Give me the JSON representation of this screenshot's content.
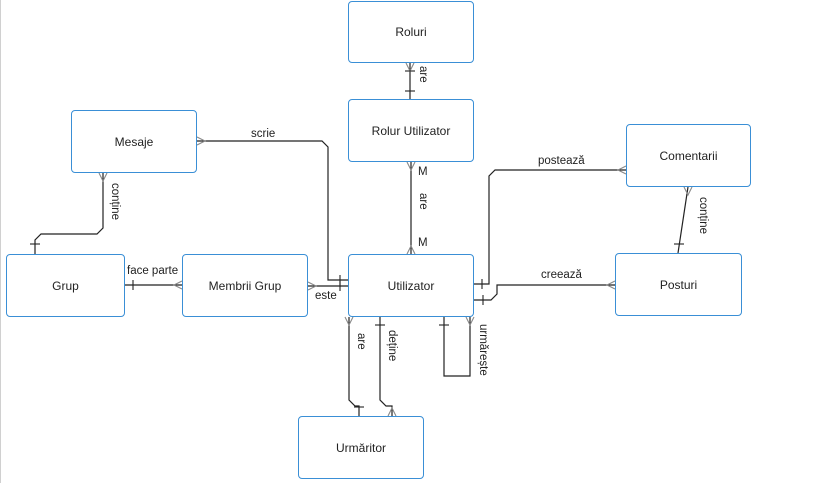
{
  "entities": {
    "roluri": "Roluri",
    "rolur_utilizator": "Rolur Utilizator",
    "mesaje": "Mesaje",
    "comentarii": "Comentarii",
    "grup": "Grup",
    "membrii_grup": "Membrii Grup",
    "utilizator": "Utilizator",
    "postari": "Posturi",
    "urmaritor": "Urmăritor"
  },
  "relations": {
    "are_roluri": "are",
    "are_main": "are",
    "m_top": "M",
    "m_bottom": "M",
    "scrie": "scrie",
    "posteaza": "postează",
    "contine_mesaje": "conține",
    "contine_comentarii": "conține",
    "face_parte": "face parte",
    "este": "este",
    "creeaza": "creează",
    "are_urmaritor": "are",
    "detine": "deține",
    "urmareste": "urmărește"
  },
  "colors": {
    "entity_border": "#3a8fd6",
    "line": "#222222",
    "crow_foot": "#888888"
  }
}
